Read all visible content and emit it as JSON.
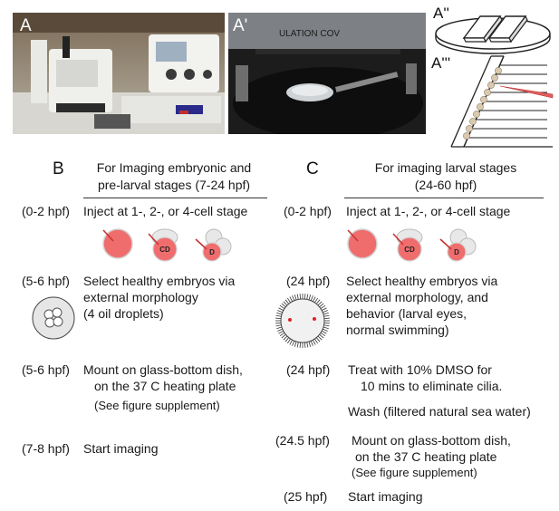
{
  "panels": {
    "a": "A",
    "a_prime": "A'",
    "a_double": "A''",
    "a_triple": "A'''",
    "b": "B",
    "c": "C"
  },
  "photo_text": {
    "cabinet_label": "ULATION COV"
  },
  "embryo_labels": {
    "cd": "CD",
    "d": "D"
  },
  "b": {
    "header_line1": "For Imaging embryonic and",
    "header_line2": "pre-larval stages (7-24 hpf)",
    "steps": [
      {
        "time": "(0-2 hpf)",
        "lines": [
          "Inject at 1-, 2-, or 4-cell stage"
        ]
      },
      {
        "time": "(5-6 hpf)",
        "lines": [
          "Select healthy embryos via",
          "external morphology",
          "(4 oil droplets)"
        ]
      },
      {
        "time": "(5-6 hpf)",
        "lines": [
          "Mount on glass-bottom dish,",
          "on the 37 C heating plate"
        ],
        "note": "(See  figure supplement)"
      },
      {
        "time": "(7-8 hpf)",
        "lines": [
          "Start imaging"
        ]
      }
    ]
  },
  "c": {
    "header_line1": "For imaging larval stages",
    "header_line2": "(24-60 hpf)",
    "steps": [
      {
        "time": "(0-2 hpf)",
        "lines": [
          "Inject at 1-, 2-, or 4-cell stage"
        ]
      },
      {
        "time": "(24 hpf)",
        "lines": [
          "Select healthy embryos via",
          "external morphology, and",
          "behavior (larval eyes,",
          "normal swimming)"
        ]
      },
      {
        "time": "(24 hpf)",
        "lines": [
          "Treat with 10% DMSO for",
          "10 mins to eliminate cilia."
        ]
      },
      {
        "time": "",
        "lines": [
          "Wash (filtered natural sea water)"
        ]
      },
      {
        "time": "(24.5 hpf)",
        "lines": [
          "Mount on glass-bottom dish,",
          "on the 37 C heating plate"
        ],
        "note": "(See figure supplement)"
      },
      {
        "time": "(25 hpf)",
        "lines": [
          "Start imaging"
        ]
      }
    ]
  }
}
